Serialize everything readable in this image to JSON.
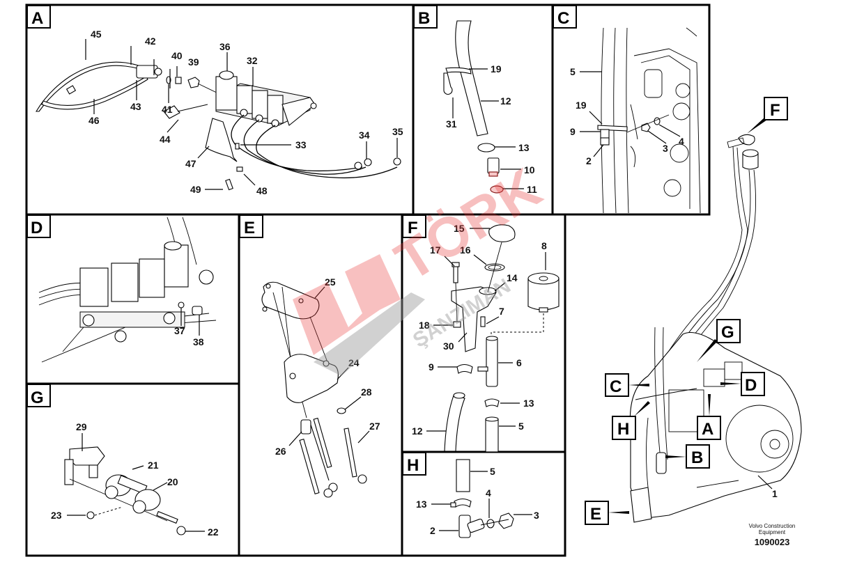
{
  "diagram": {
    "panels": [
      {
        "id": "A",
        "label": "A",
        "callouts": [
          "45",
          "42",
          "40",
          "39",
          "36",
          "32",
          "43",
          "41",
          "46",
          "44",
          "33",
          "34",
          "35",
          "47",
          "49",
          "48"
        ]
      },
      {
        "id": "B",
        "label": "B",
        "callouts": [
          "19",
          "12",
          "31",
          "13",
          "10",
          "11"
        ]
      },
      {
        "id": "C",
        "label": "C",
        "callouts": [
          "5",
          "19",
          "9",
          "2",
          "3",
          "4"
        ]
      },
      {
        "id": "D",
        "label": "D",
        "callouts": [
          "37",
          "38"
        ]
      },
      {
        "id": "E",
        "label": "E",
        "callouts": [
          "25",
          "24",
          "28",
          "27",
          "26"
        ]
      },
      {
        "id": "F",
        "label": "F",
        "callouts": [
          "15",
          "17",
          "16",
          "8",
          "14",
          "7",
          "18",
          "30",
          "9",
          "6",
          "13",
          "12",
          "5"
        ]
      },
      {
        "id": "G",
        "label": "G",
        "callouts": [
          "29",
          "21",
          "20",
          "23",
          "22"
        ]
      },
      {
        "id": "H",
        "label": "H",
        "callouts": [
          "5",
          "4",
          "13",
          "3",
          "2"
        ]
      }
    ],
    "overview": {
      "labels": [
        "F",
        "G",
        "C",
        "D",
        "H",
        "A",
        "B",
        "E"
      ],
      "callout": "1"
    },
    "credit": {
      "line1": "Volvo Construction",
      "line2": "Equipment",
      "code": "1090023"
    },
    "watermark": {
      "brand": "TÖRK",
      "sub": "ŞANZIMAN"
    }
  },
  "colors": {
    "line": "#000000",
    "watermark_red": "#e83a3a",
    "watermark_grey": "#9a9a9a",
    "highlight_part": "#f7c9c9"
  }
}
